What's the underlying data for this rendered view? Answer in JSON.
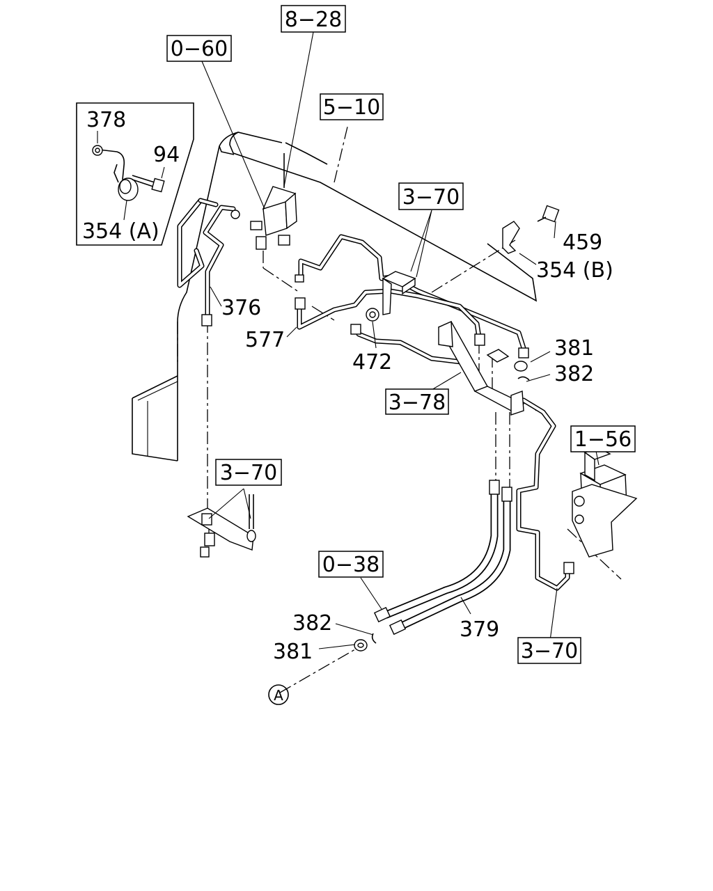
{
  "diagram": {
    "ref_boxes": [
      {
        "id": "ref-8-28",
        "text": "8−28"
      },
      {
        "id": "ref-0-60",
        "text": "0−60"
      },
      {
        "id": "ref-5-10",
        "text": "5−10"
      },
      {
        "id": "ref-3-70-top",
        "text": "3−70"
      },
      {
        "id": "ref-3-78",
        "text": "3−78"
      },
      {
        "id": "ref-1-56",
        "text": "1−56"
      },
      {
        "id": "ref-3-70-left",
        "text": "3−70"
      },
      {
        "id": "ref-0-38",
        "text": "0−38"
      },
      {
        "id": "ref-3-70-bottom",
        "text": "3−70"
      }
    ],
    "part_labels": [
      {
        "id": "part-378",
        "text": "378"
      },
      {
        "id": "part-94",
        "text": "94"
      },
      {
        "id": "part-354a",
        "text": "354 (A)"
      },
      {
        "id": "part-459",
        "text": "459"
      },
      {
        "id": "part-354b",
        "text": "354 (B)"
      },
      {
        "id": "part-376",
        "text": "376"
      },
      {
        "id": "part-577",
        "text": "577"
      },
      {
        "id": "part-472",
        "text": "472"
      },
      {
        "id": "part-381-top",
        "text": "381"
      },
      {
        "id": "part-382-top",
        "text": "382"
      },
      {
        "id": "part-379",
        "text": "379"
      },
      {
        "id": "part-382-bottom",
        "text": "382"
      },
      {
        "id": "part-381-bottom",
        "text": "381"
      }
    ],
    "callout": {
      "text": "A"
    }
  }
}
